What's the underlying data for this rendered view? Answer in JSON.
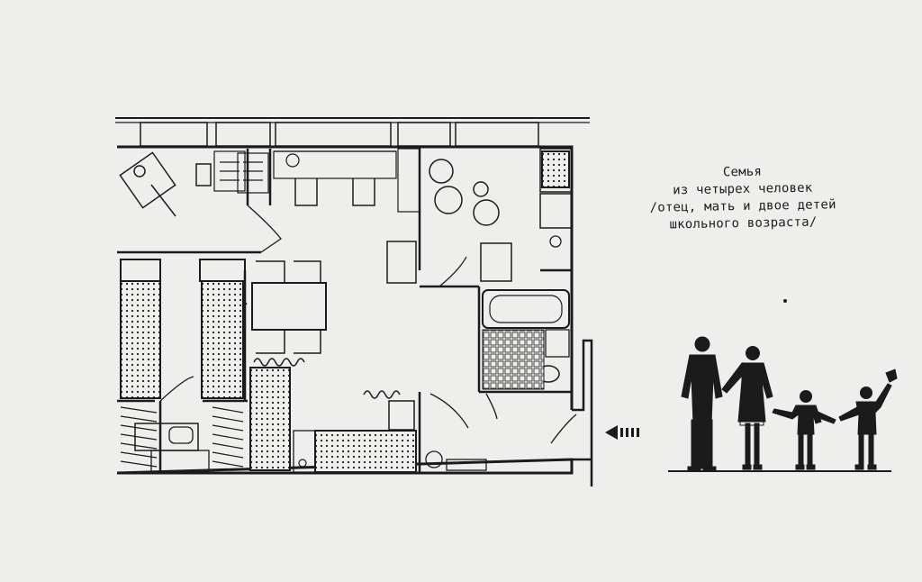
{
  "caption": {
    "line1": "Семья",
    "line2": "из четырех человек",
    "line3": "/отец, мать и двое детей",
    "line4": "школьного возраста/"
  },
  "family": [
    "father",
    "mother",
    "child",
    "child"
  ],
  "colors": {
    "ink": "#1b1b1b",
    "paper": "#eeeeec"
  }
}
